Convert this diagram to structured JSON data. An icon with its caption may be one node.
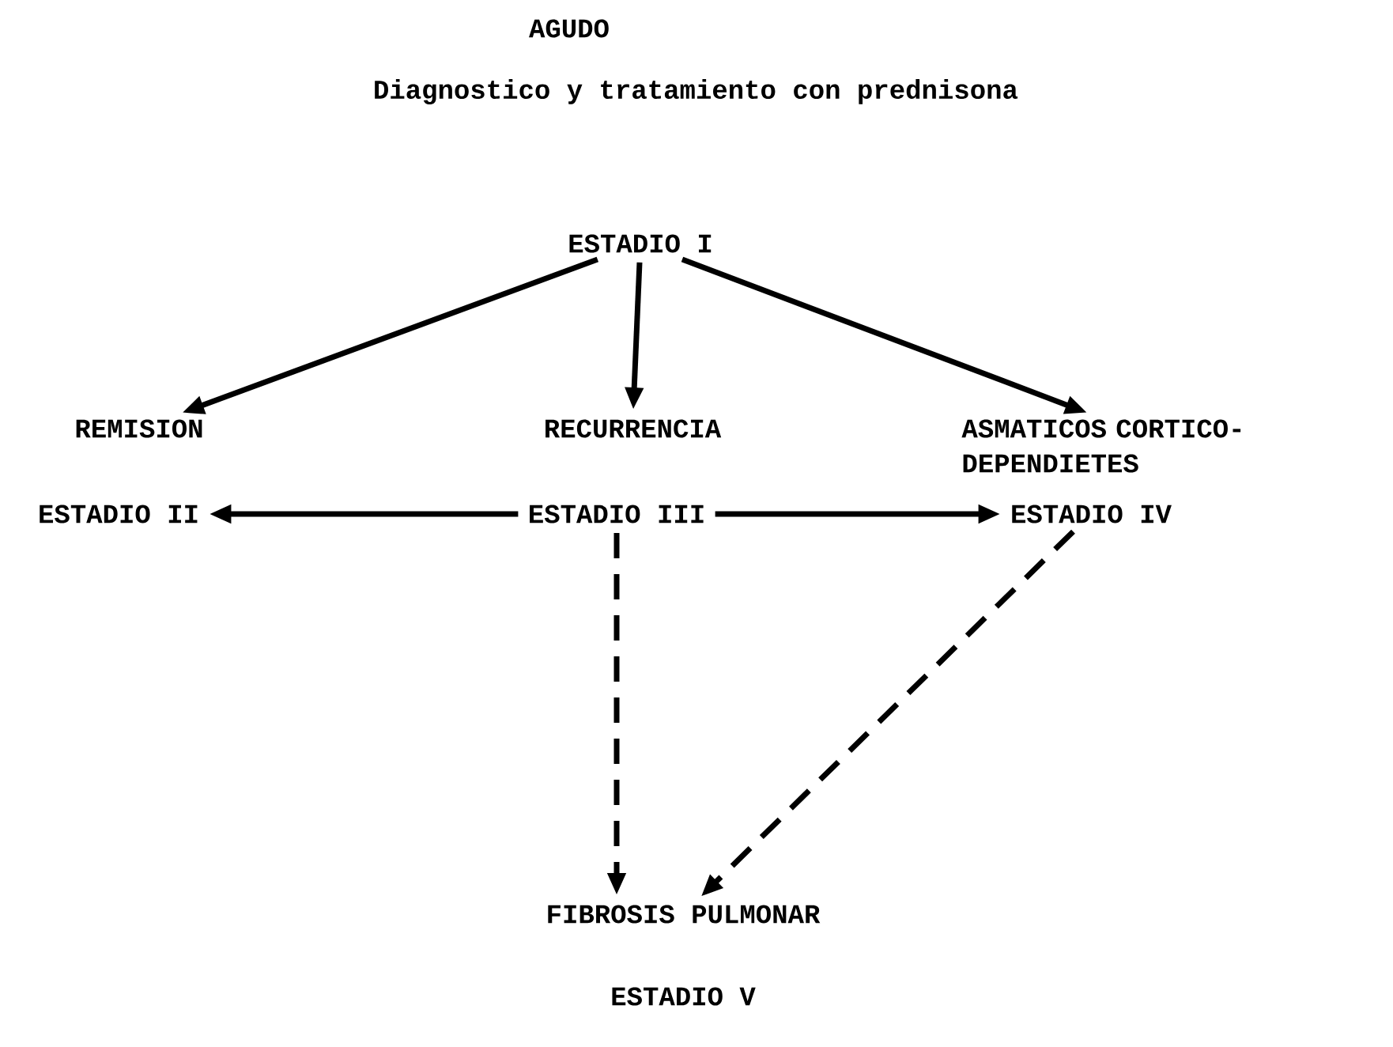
{
  "diagram": {
    "title": "AGUDO",
    "nodes": [
      {
        "text": [
          "ESTADIO I"
        ]
      },
      {
        "text": [
          "REMISION"
        ]
      },
      {
        "text": [
          "RECURRENCIA"
        ]
      },
      {
        "text": [
          "ASMATICOS CORTICO-DEPENDIETES"
        ]
      },
      {
        "text": [
          "ESTADIO II"
        ]
      },
      {
        "text": [
          "ESTADIO III"
        ]
      },
      {
        "text": [
          "ESTADIO IV"
        ]
      },
      {
        "text": [
          "FIBROSIS PULMONAR"
        ]
      }
    ],
    "edges": [
      {
        "from": 0,
        "to": 1,
        "arrow": "to"
      },
      {
        "from": 0,
        "to": 2,
        "arrow": "to"
      },
      {
        "from": 0,
        "to": 3,
        "arrow": "to"
      },
      {
        "from": 5,
        "to": 4,
        "arrow": "to"
      },
      {
        "from": 5,
        "to": 6,
        "arrow": "to"
      },
      {
        "from": 5,
        "to": 7,
        "arrow": "to",
        "style": "dashed"
      },
      {
        "from": 6,
        "to": 7,
        "arrow": "to",
        "style": "dashed"
      }
    ],
    "labels": [
      "Diagnostico y tratamiento con prednisona",
      "ESTADIO V"
    ]
  }
}
